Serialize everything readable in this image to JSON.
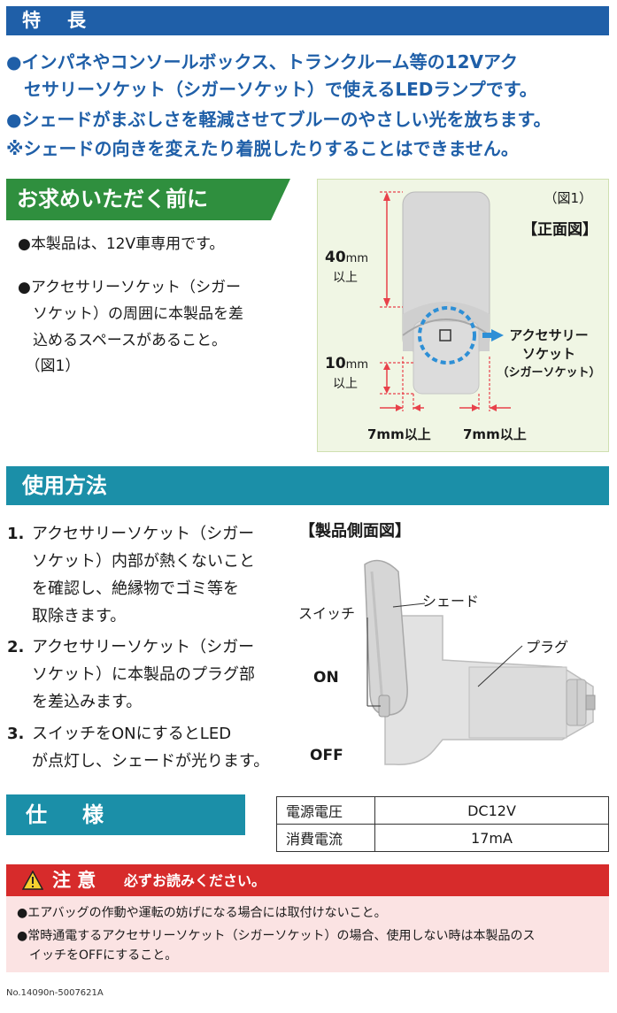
{
  "features": {
    "title": "特長",
    "lines": [
      "●インパネやコンソールボックス、トランクルーム等の12Vアク",
      "　セサリーソケット（シガーソケット）で使えるLEDランプです。",
      "●シェードがまぶしさを軽減させてブルーのやさしい光を放ちます。",
      "※シェードの向きを変えたり着脱したりすることはできません。"
    ]
  },
  "before_purchase": {
    "title": "お求めいただく前に",
    "item1": "●本製品は、12V車専用です。",
    "item2_lines": [
      "●アクセサリーソケット（シガー",
      "　ソケット）の周囲に本製品を差",
      "　込めるスペースがあること。",
      "　（図1）"
    ]
  },
  "figure1": {
    "fig_label": "（図1）",
    "view_label": "【正面図】",
    "dim_height_value": "40",
    "dim_height_unit": "mm",
    "dim_height_suffix": "以上",
    "dim_bottom_value": "10",
    "dim_bottom_unit": "mm",
    "dim_bottom_suffix": "以上",
    "dim_side_left": "7mm以上",
    "dim_side_right": "7mm以上",
    "socket_label_lines": [
      "アクセサリー",
      "ソケット",
      "（シガーソケット）"
    ]
  },
  "usage": {
    "title": "使用方法",
    "steps": [
      {
        "num": "1.",
        "lines": [
          "アクセサリーソケット（シガー",
          "ソケット）内部が熱くないこと",
          "を確認し、絶縁物でゴミ等を",
          "取除きます。"
        ]
      },
      {
        "num": "2.",
        "lines": [
          "アクセサリーソケット（シガー",
          "ソケット）に本製品のプラグ部",
          "を差込みます。"
        ]
      },
      {
        "num": "3.",
        "lines": [
          "スイッチをONにするとLED",
          "が点灯し、シェードが光ります。"
        ]
      }
    ],
    "side_view": {
      "title": "【製品側面図】",
      "shade": "シェード",
      "plug": "プラグ",
      "switch": "スイッチ",
      "on": "ON",
      "off": "OFF"
    }
  },
  "specs": {
    "title": "仕様",
    "rows": [
      {
        "label": "電源電圧",
        "value": "DC12V"
      },
      {
        "label": "消費電流",
        "value": "17mA"
      }
    ]
  },
  "caution": {
    "title": "注 意",
    "subtitle": "必ずお読みください。",
    "lines": [
      "●エアバッグの作動や運転の妨げになる場合には取付けないこと。",
      "●常時通電するアクセサリーソケット（シガーソケット）の場合、使用しない時は本製品のス",
      "　イッチをOFFにすること。"
    ]
  },
  "footer": "No.14090n-5007621A",
  "colors": {
    "blue": "#1f5fa8",
    "green": "#2f8f3e",
    "teal": "#1b8fa8",
    "red": "#d72b2b",
    "dimension_red": "#e8414a",
    "socket_blue": "#2d8fd6"
  }
}
